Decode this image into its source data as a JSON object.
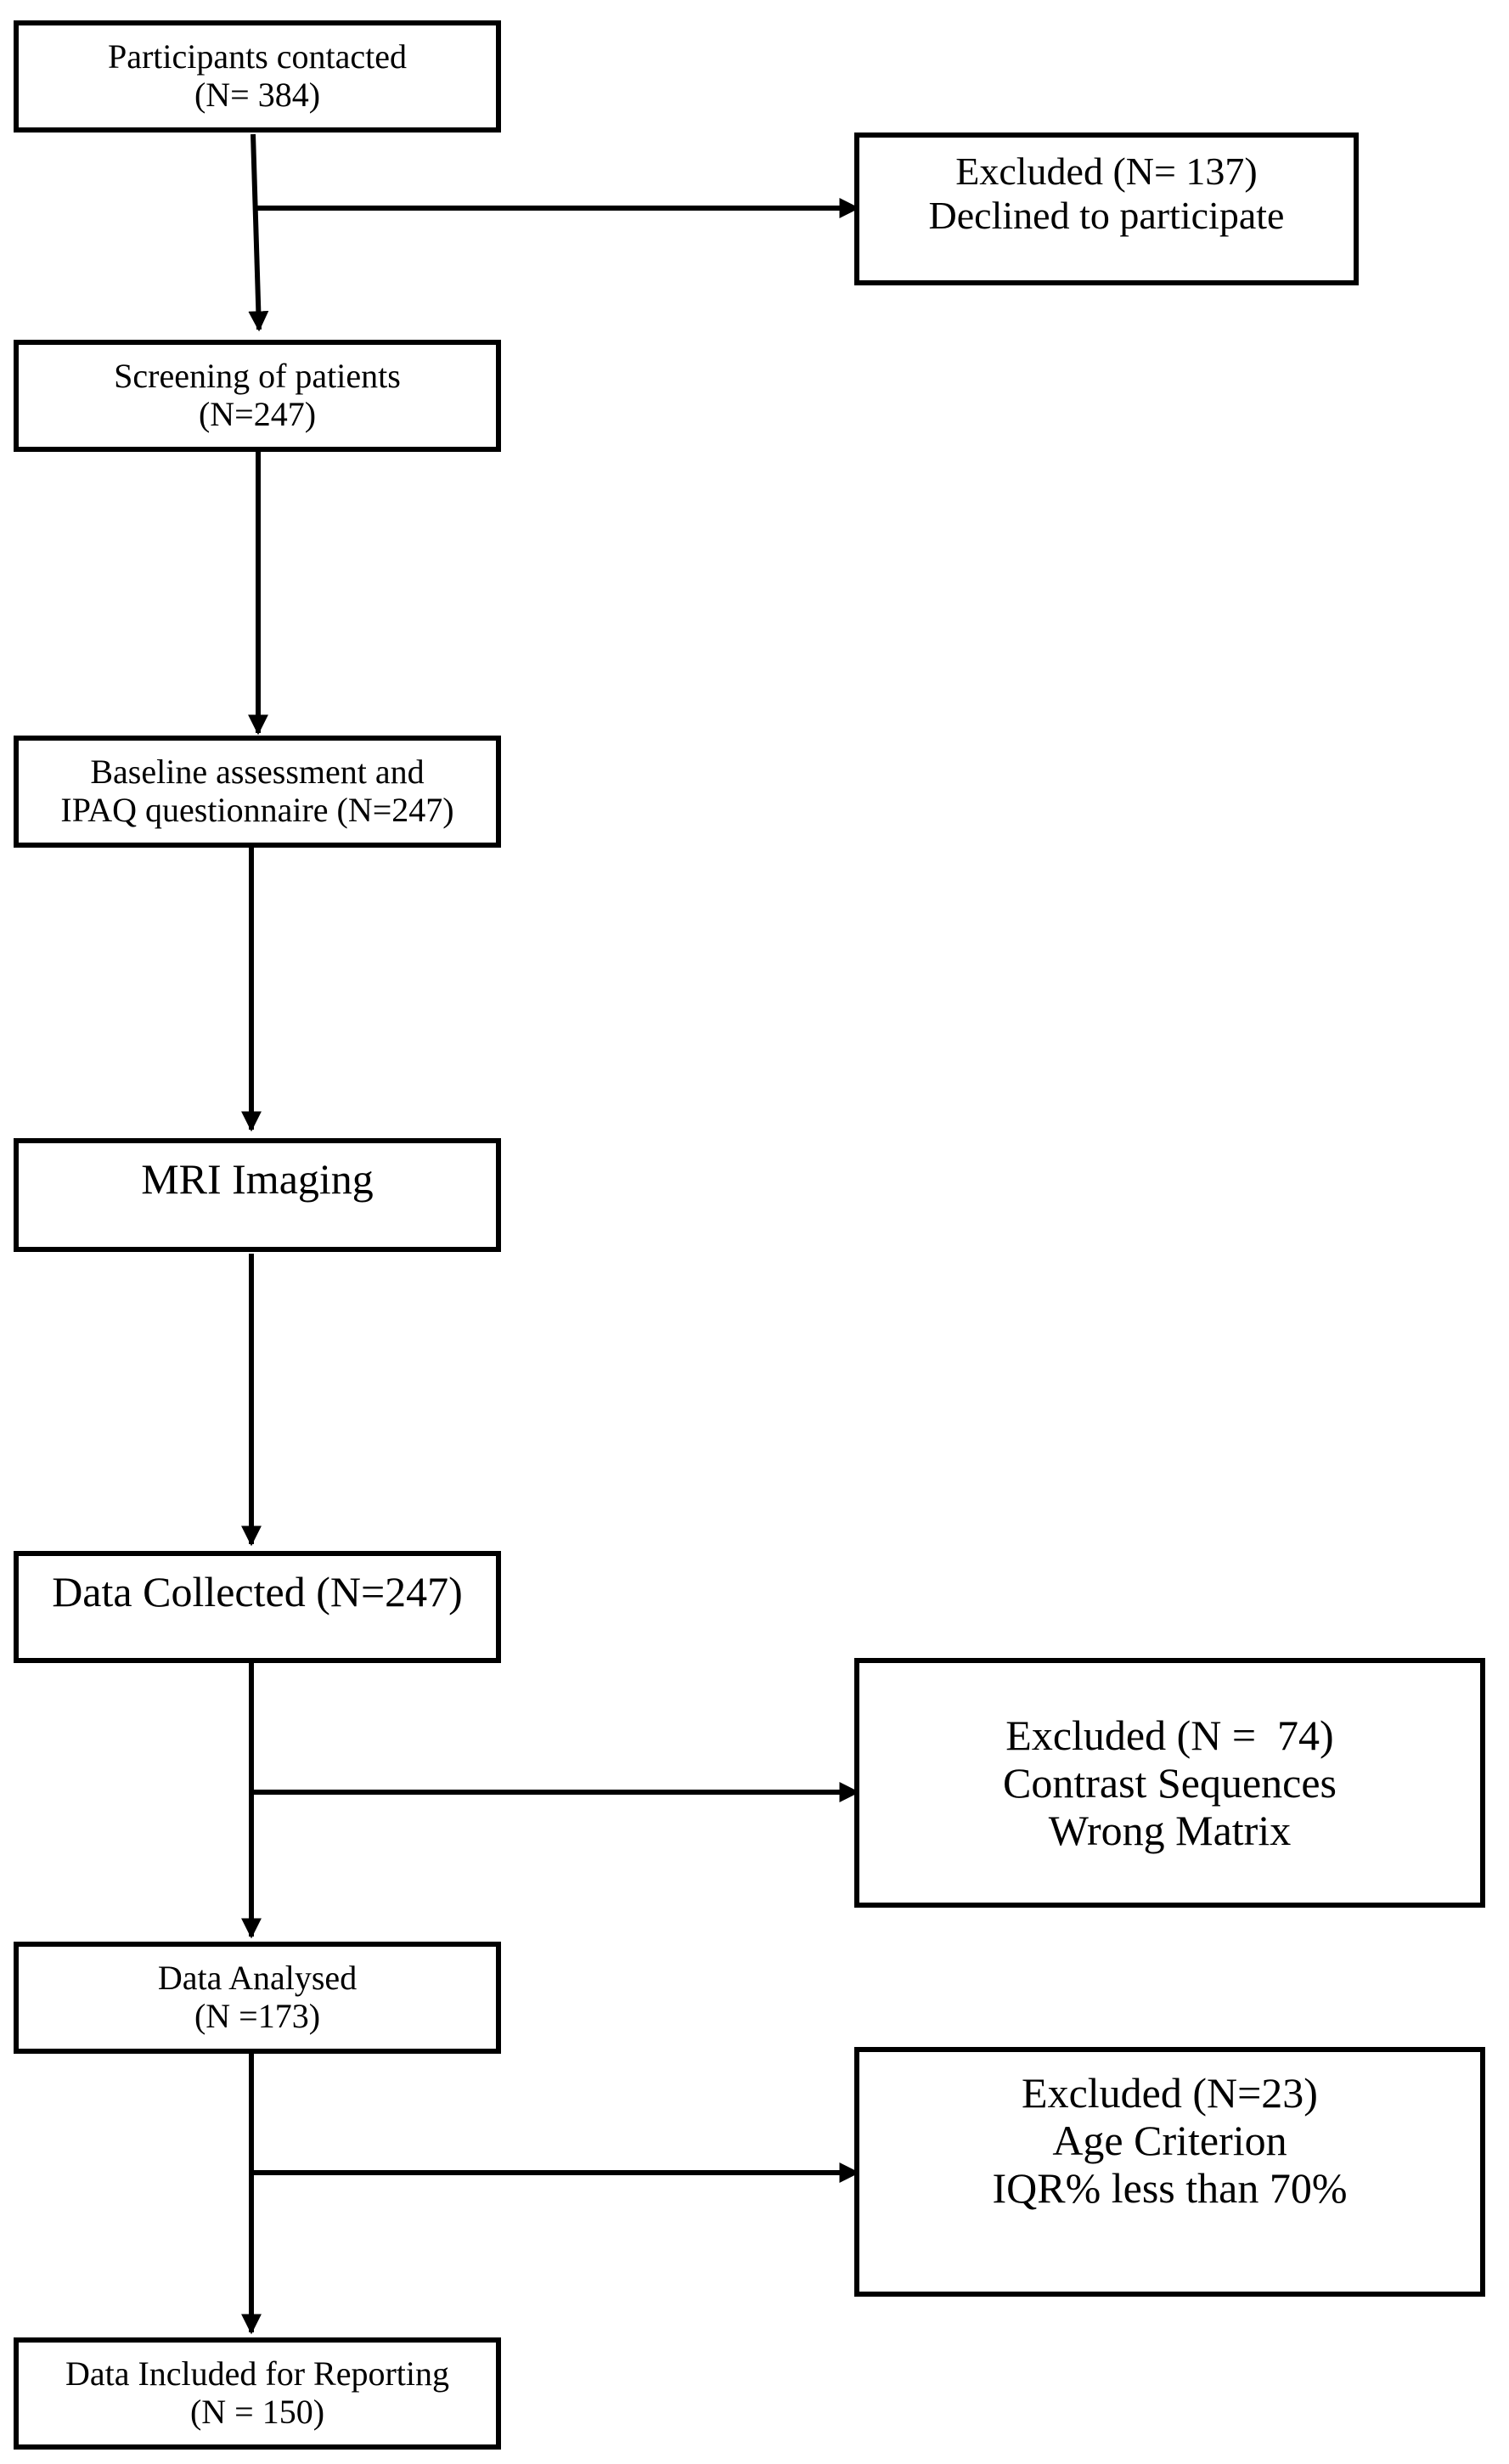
{
  "nodes": {
    "contacted": {
      "lines": [
        "Participants contacted",
        "(N= 384)"
      ]
    },
    "declined": {
      "lines": [
        "Excluded (N= 137)",
        "Declined to participate"
      ]
    },
    "screening": {
      "lines": [
        "Screening of patients",
        "(N=247)"
      ]
    },
    "baseline": {
      "lines": [
        "Baseline assessment and",
        "IPAQ questionnaire (N=247)"
      ]
    },
    "mri": {
      "lines": [
        "MRI Imaging"
      ]
    },
    "collected": {
      "lines": [
        "Data Collected (N=247)"
      ]
    },
    "excluded74": {
      "lines": [
        "Excluded (N =  74)",
        "Contrast Sequences",
        "Wrong Matrix"
      ]
    },
    "analysed": {
      "lines": [
        "Data Analysed",
        "(N =173)"
      ]
    },
    "excluded23": {
      "lines": [
        "Excluded (N=23)",
        "Age Criterion",
        "IQR% less than 70%"
      ]
    },
    "reporting": {
      "lines": [
        "Data Included for Reporting",
        "(N = 150)"
      ]
    }
  },
  "edges": [
    {
      "from": "contacted",
      "to": "screening"
    },
    {
      "from": "contacted",
      "to": "declined"
    },
    {
      "from": "screening",
      "to": "baseline"
    },
    {
      "from": "baseline",
      "to": "mri"
    },
    {
      "from": "mri",
      "to": "collected"
    },
    {
      "from": "collected",
      "to": "analysed"
    },
    {
      "from": "collected",
      "to": "excluded74"
    },
    {
      "from": "analysed",
      "to": "reporting"
    },
    {
      "from": "analysed",
      "to": "excluded23"
    }
  ]
}
